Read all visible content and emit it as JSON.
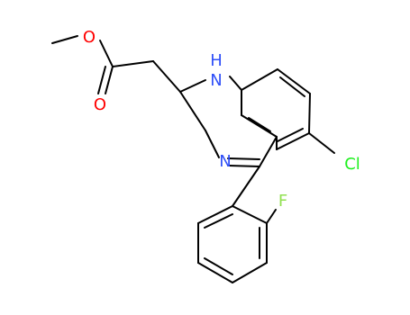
{
  "structure": {
    "atom_labels": {
      "o_ester": "O",
      "o_carbonyl": "O",
      "nh": "H",
      "nh_n": "N",
      "n_imine": "N",
      "cl": "Cl",
      "f": "F"
    }
  },
  "colors": {
    "bond": "#000000",
    "oxygen": "#ff0000",
    "nitrogen": "#3050f8",
    "chlorine": "#1ff01f",
    "fluorine": "#90e050"
  }
}
